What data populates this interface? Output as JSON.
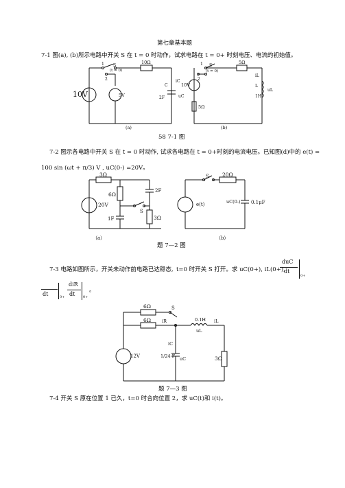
{
  "header": {
    "title": "第七章基本题"
  },
  "p1": {
    "line": "7-1 图(a), (b)所示电路中开关 S 在 t = 0 时动作，试求电路在 t = 0+ 时刻电压、电流的初始值。",
    "fig_a": {
      "switch": "S",
      "pos1": "1",
      "pos2": "2",
      "time": "(t = 0)",
      "r1": "10Ω",
      "src1": "10V",
      "src2": "5V",
      "cap": "C",
      "cap_val": "2F",
      "ic": "iC",
      "uc": "uC",
      "sub": "(a)"
    },
    "fig_b": {
      "switch": "S",
      "pos1": "1",
      "pos2": "2",
      "time": "(t = 0)",
      "r1": "5Ω",
      "src": "10V",
      "r2": "5Ω",
      "ind": "L",
      "ind_val": "1H",
      "il": "iL",
      "ul": "uL",
      "sub": "(b)"
    },
    "caption": "58 7-1 图"
  },
  "p2": {
    "line1": "7-2 图示各电路中开关 S 在 t = 0 时动作, 试求各电路在 t = 0+时刻的电流电压。已知图(d)中的 e(t) =",
    "line2": "100 sin (ωt + π/3) V , uC(0-) =20V。",
    "fig_a": {
      "r1": "3Ω",
      "r2": "6Ω",
      "c1": "2F",
      "c2": "1F",
      "r3": "3Ω",
      "src": "20V",
      "switch": "S",
      "sub": "（a）"
    },
    "fig_b": {
      "switch": "S",
      "r": "20Ω",
      "src": "e(t)",
      "uc": "uC(0-)",
      "cap": "0.1μF",
      "sub": "（b）"
    },
    "caption": "题 7—2 图"
  },
  "p3": {
    "line1": "7-3 电路如图所示，开关未动作前电路已达稳态,",
    "line1b": "t=0 时开关 S 打开。求 uC(0+), iL(0+),",
    "frac1_num": "duC",
    "frac1_den": "dt",
    "frac1_sub": "0+",
    "frac2_num": "diR",
    "frac2_den": "dt",
    "frac2_sub": "0+",
    "fig": {
      "r1": "6Ω",
      "r2": "6Ω",
      "switch": "S",
      "ind": "0.1H",
      "il": "iL",
      "ir": "iR",
      "ic": "iC",
      "ul": "uL",
      "src": "12V",
      "cap": "1/24 F",
      "uc": "uC",
      "r3": "3Ω"
    },
    "caption": "题 7—3 图"
  },
  "p4": {
    "line": "7-4 开关 S 原在位置 1 已久，t=0 时合向位置 2，求 uC(t)和 i(t)。"
  }
}
